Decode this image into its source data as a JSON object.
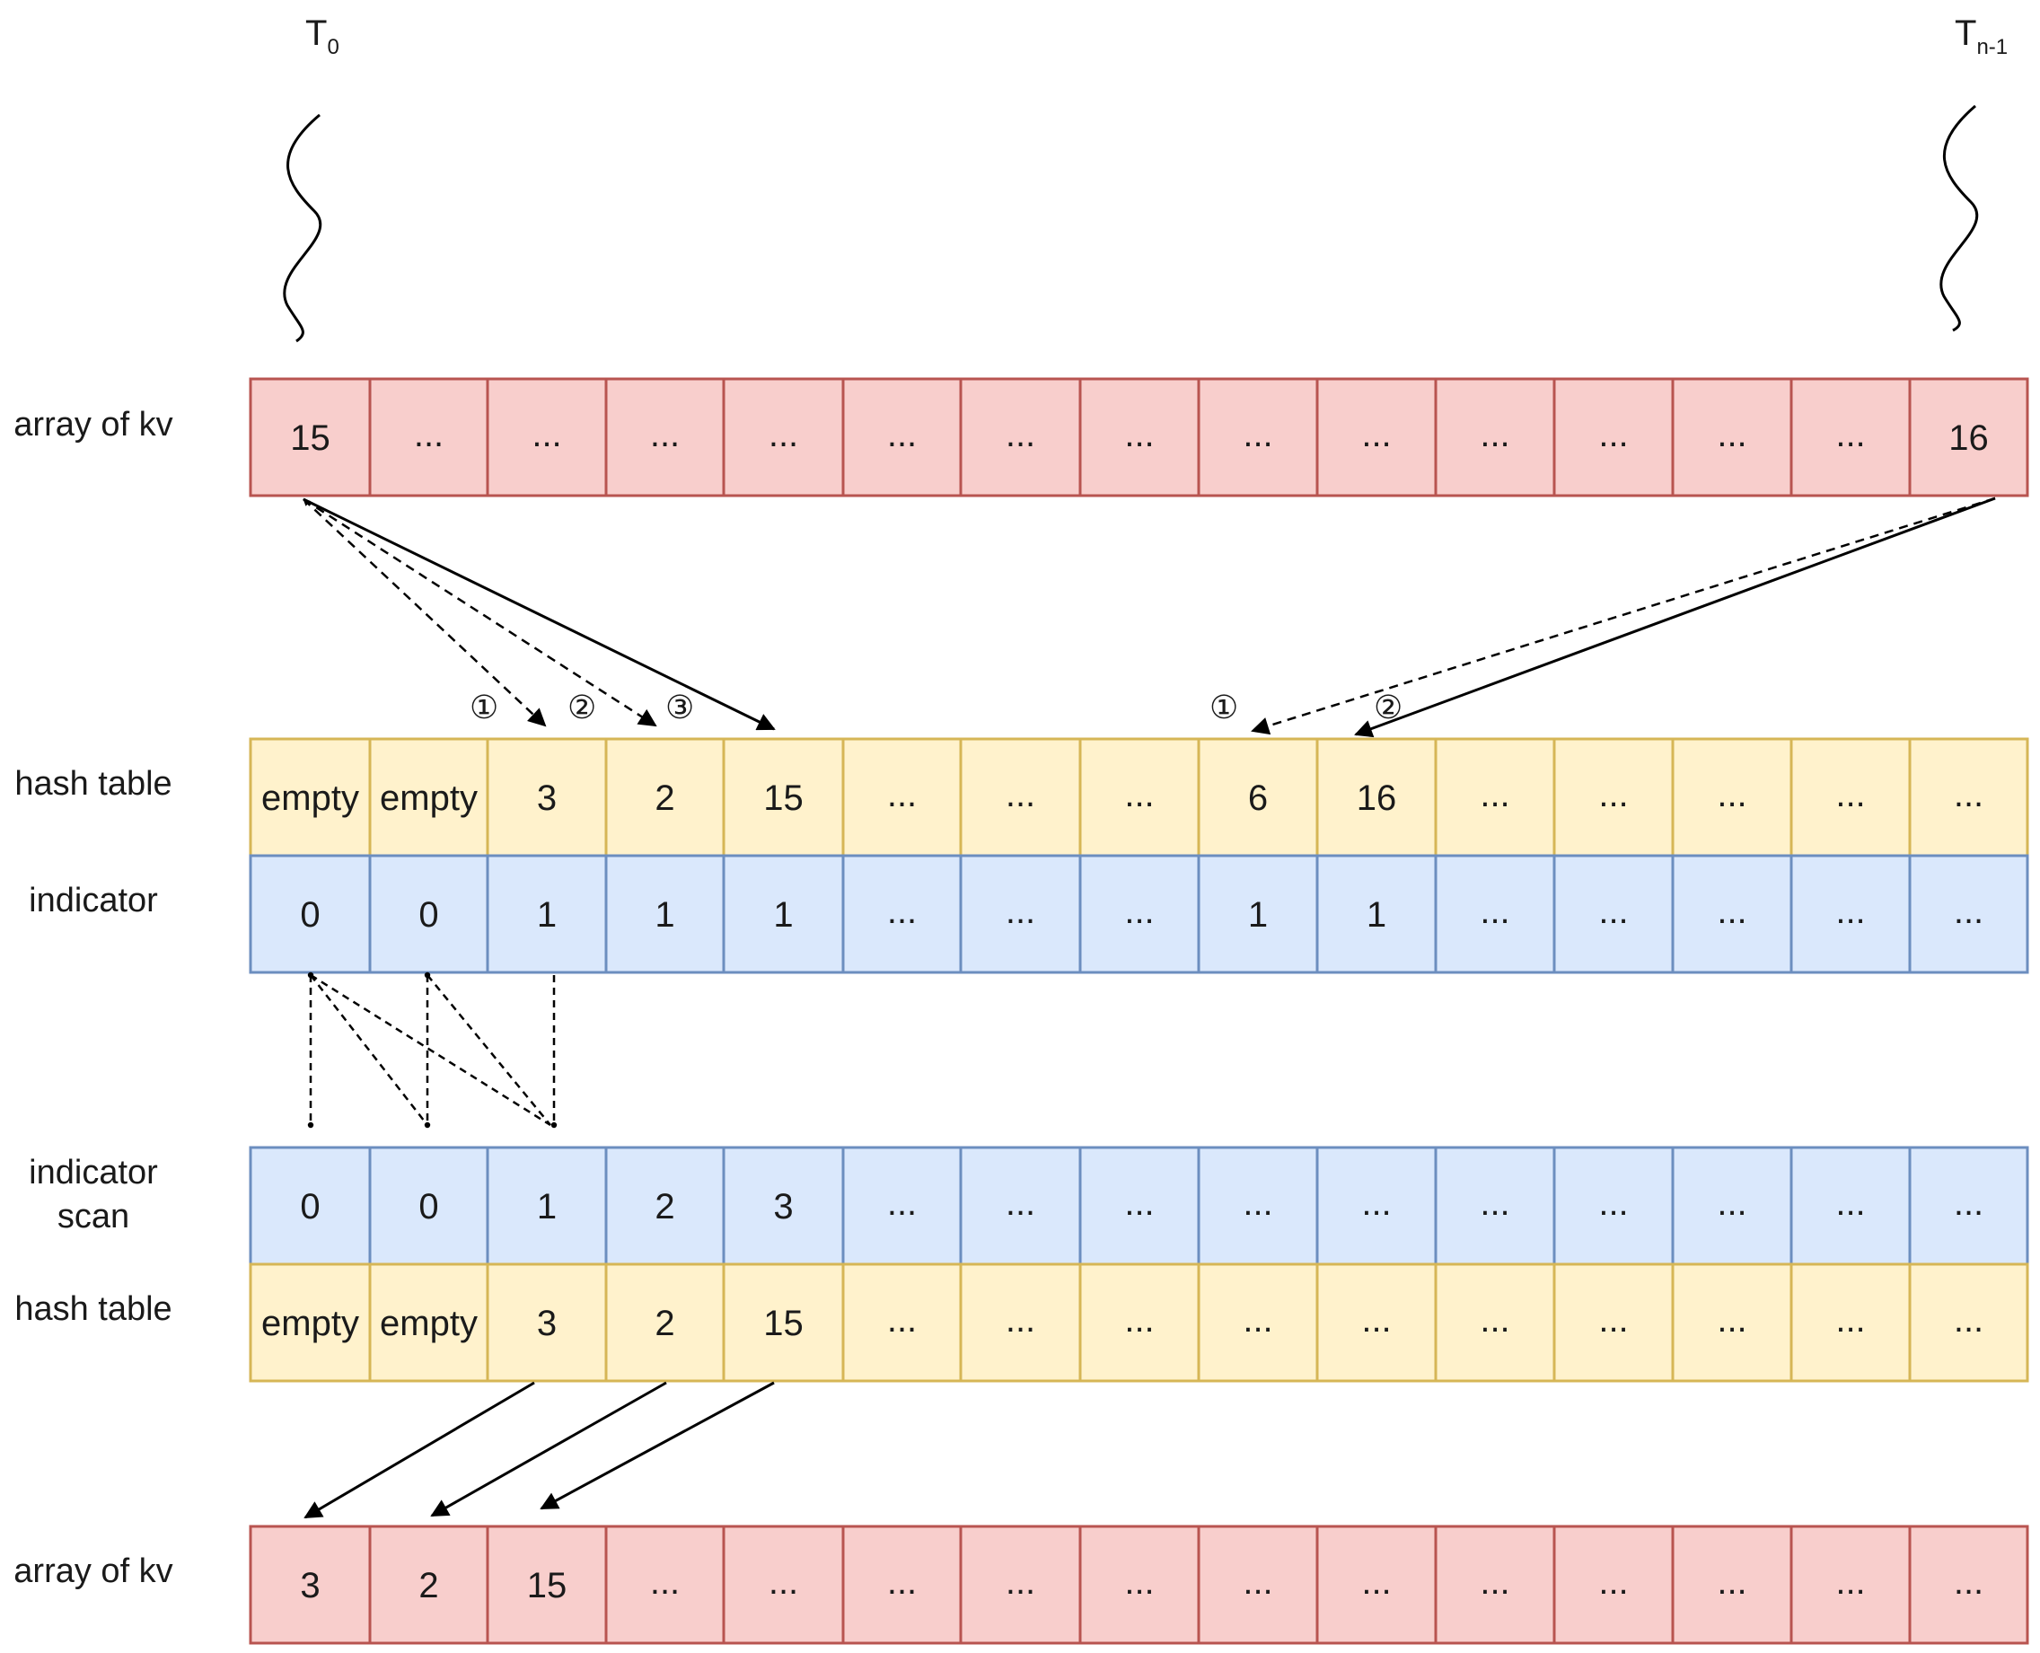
{
  "threads": [
    {
      "name": "T",
      "sub": "0"
    },
    {
      "name": "T",
      "sub": "n-1"
    }
  ],
  "rows": [
    {
      "label": "array of kv",
      "type": "kv",
      "cells": [
        "15",
        "...",
        "...",
        "...",
        "...",
        "...",
        "...",
        "...",
        "...",
        "...",
        "...",
        "...",
        "...",
        "...",
        "16"
      ]
    },
    {
      "label": "hash table",
      "type": "hash",
      "cells": [
        "empty",
        "empty",
        "3",
        "2",
        "15",
        "...",
        "...",
        "...",
        "6",
        "16",
        "...",
        "...",
        "...",
        "...",
        "..."
      ]
    },
    {
      "label": "indicator",
      "type": "indicator",
      "cells": [
        "0",
        "0",
        "1",
        "1",
        "1",
        "...",
        "...",
        "...",
        "1",
        "1",
        "...",
        "...",
        "...",
        "...",
        "..."
      ]
    },
    {
      "label": "indicator scan",
      "type": "indicator",
      "cells": [
        "0",
        "0",
        "1",
        "2",
        "3",
        "...",
        "...",
        "...",
        "...",
        "...",
        "...",
        "...",
        "...",
        "...",
        "..."
      ]
    },
    {
      "label": "hash table",
      "type": "hash",
      "cells": [
        "empty",
        "empty",
        "3",
        "2",
        "15",
        "...",
        "...",
        "...",
        "...",
        "...",
        "...",
        "...",
        "...",
        "...",
        "..."
      ]
    },
    {
      "label": "array of kv",
      "type": "kv",
      "cells": [
        "3",
        "2",
        "15",
        "...",
        "...",
        "...",
        "...",
        "...",
        "...",
        "...",
        "...",
        "...",
        "...",
        "...",
        "..."
      ]
    }
  ],
  "step_markers": [
    "①",
    "②",
    "③",
    "①",
    "②"
  ],
  "colors": {
    "kv_fill": "#f8cecc",
    "kv_stroke": "#b85450",
    "hash_fill": "#fff2cc",
    "hash_stroke": "#d6b656",
    "indicator_fill": "#dae8fc",
    "indicator_stroke": "#6c8ebf",
    "line": "#000000"
  }
}
